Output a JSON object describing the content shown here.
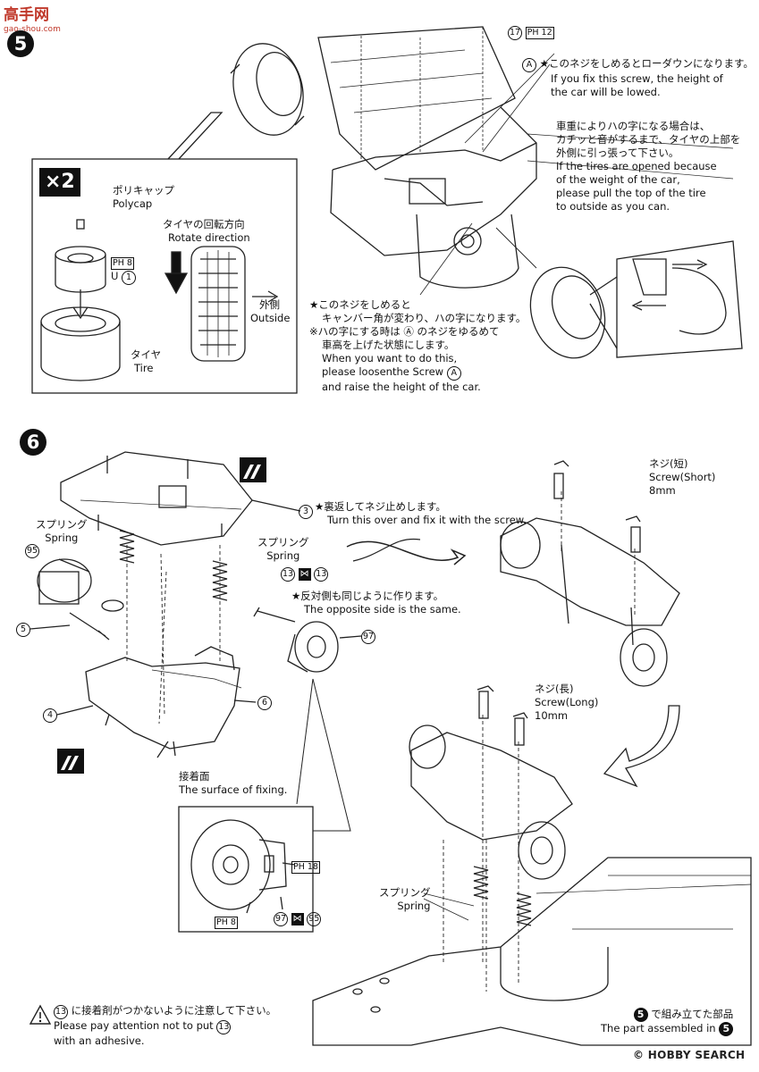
{
  "watermark_top": {
    "logo": "高手网",
    "url": "gao-shou.com"
  },
  "step5": {
    "number": "5",
    "callout_17": "17",
    "callout_17_tag": "PH 12",
    "screw_A_letter": "A",
    "screw_A_jp": "★このネジをしめるとローダウンになります。",
    "screw_A_en_1": "If you fix this screw, the height of",
    "screw_A_en_2": "the car will be lowed.",
    "tire_jp_1": "車重によりハの字になる場合は、",
    "tire_jp_2": "カチッと音がするまで、タイヤの上部を",
    "tire_jp_3": "外側に引っ張って下さい。",
    "tire_en_1": "If the tires are opened because",
    "tire_en_2": "of the weight of the car,",
    "tire_en_3": "please pull the top of the tire",
    "tire_en_4": "to outside as you can.",
    "camber_jp_1": "★このネジをしめると",
    "camber_jp_2": "キャンバー角が変わり、ハの字になります。",
    "camber_jp_3": "※ハの字にする時は Ⓐ のネジをゆるめて",
    "camber_jp_4": "車高を上げた状態にします。",
    "camber_en_1": "When you want to do this,",
    "camber_en_2": "please loosenthe Screw",
    "camber_en_2b": "A",
    "camber_en_3": "and raise the height of the car.",
    "inset": {
      "multiplier": "×2",
      "polycap_jp": "ポリキャップ",
      "polycap_en": "Polycap",
      "ph_tag": "PH 8",
      "u_label": "U",
      "u_num": "1",
      "rotate_jp": "タイヤの回転方向",
      "rotate_en": "Rotate direction",
      "outside_jp": "外側",
      "outside_en": "Outside",
      "tire_jp": "タイヤ",
      "tire_en": "Tire"
    }
  },
  "step6": {
    "number": "6",
    "part_95": "95",
    "part_5": "5",
    "part_4": "4",
    "part_3": "3",
    "part_6": "6",
    "part_13a": "13",
    "part_13b": "13",
    "part_97": "97",
    "spring_left_jp": "スプリング",
    "spring_left_en": "Spring",
    "spring_mid_jp": "スプリング",
    "spring_mid_en": "Spring",
    "turn_jp": "★裏返してネジ止めします。",
    "turn_en": "Turn this over and fix it with the screw.",
    "opp_jp": "★反対側も同じように作ります。",
    "opp_en": "The opposite side is the same.",
    "fix_jp": "接着面",
    "fix_en": "The surface of fixing.",
    "screw_short_jp": "ネジ(短)",
    "screw_short_en": "Screw(Short)",
    "screw_short_len": "8mm",
    "screw_long_jp": "ネジ(長)",
    "screw_long_en": "Screw(Long)",
    "screw_long_len": "10mm",
    "spring_bottom_jp": "スプリング",
    "spring_bottom_en": "Spring",
    "inset_ph18": "PH 18",
    "inset_ph8": "PH 8",
    "inset_97": "97",
    "inset_95": "95",
    "warn_num": "13",
    "warn_jp": "に接着剤がつかないように注意して下さい。",
    "warn_en_1": "Please pay attention not to put",
    "warn_en_1b": "13",
    "warn_en_2": "with an adhesive.",
    "assembled_num": "5",
    "assembled_jp": "で組み立てた部品",
    "assembled_en": "The part assembled in",
    "assembled_num2": "5"
  },
  "watermark_bottom": {
    "brand": "HOBBY SEARCH",
    "prefix": "©"
  }
}
